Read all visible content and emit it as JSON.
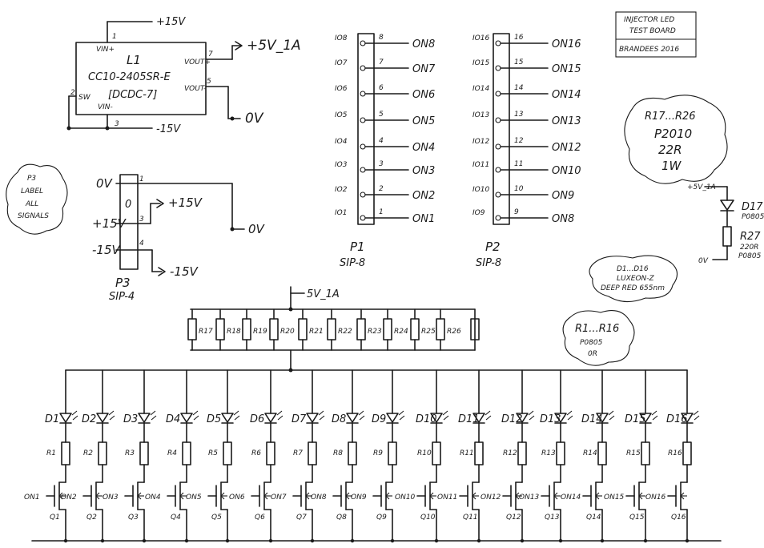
{
  "title_block": {
    "line1": "INJECTOR LED",
    "line2": "TEST BOARD",
    "line3": "BRANDEES 2016"
  },
  "dcdc": {
    "name": "L1",
    "part": "CC10-2405SR-E",
    "package": "[DCDC-7]",
    "pin_vin_plus": "VIN+",
    "pin_vin_minus": "VIN-",
    "pin_vout_plus": "VOUT+",
    "pin_vout_minus": "VOUT-",
    "pin_sw": "SW",
    "pin1": "1",
    "pin2": "2",
    "pin3": "3",
    "pin5": "5",
    "pin7": "7",
    "net_in_pos": "+15V",
    "net_in_neg": "-15V",
    "net_out_pos": "+5V_1A",
    "net_out_gnd": "0V"
  },
  "p3": {
    "name": "P3",
    "package": "SIP-4",
    "note": [
      "P3",
      "LABEL",
      "ALL",
      "SIGNALS"
    ],
    "pins": [
      "1",
      "0",
      "3",
      "4"
    ],
    "left_labels": [
      "0V",
      "+15V",
      "-15V"
    ],
    "out_pos": "+15V",
    "out_neg": "-15V",
    "out_gnd": "0V"
  },
  "p1": {
    "name": "P1",
    "package": "SIP-8",
    "left": [
      "IO8",
      "IO7",
      "IO6",
      "IO5",
      "IO4",
      "IO3",
      "IO2",
      "IO1"
    ],
    "nums": [
      "8",
      "7",
      "6",
      "5",
      "4",
      "3",
      "2",
      "1"
    ],
    "right": [
      "ON8",
      "ON7",
      "ON6",
      "ON5",
      "ON4",
      "ON3",
      "ON2",
      "ON1"
    ]
  },
  "p2": {
    "name": "P2",
    "package": "SIP-8",
    "left": [
      "IO16",
      "IO15",
      "IO14",
      "IO13",
      "IO12",
      "IO11",
      "IO10",
      "IO9"
    ],
    "nums": [
      "16",
      "15",
      "14",
      "13",
      "12",
      "11",
      "10",
      "9"
    ],
    "right": [
      "ON16",
      "ON15",
      "ON14",
      "ON13",
      "ON12",
      "ON10",
      "ON9",
      "ON8"
    ]
  },
  "notes": {
    "r17": [
      "R17...R26",
      "P2010",
      "22R",
      "1W"
    ],
    "d1": [
      "D1...D16",
      "LUXEON-Z",
      "DEEP RED 655nm"
    ],
    "r1": [
      "R1...R16",
      "P0805",
      "0R"
    ]
  },
  "indicator": {
    "supply": "+5V_1A",
    "gnd": "0V",
    "led": "D17",
    "led_pkg": "P0805",
    "res": "R27",
    "res_val": "220R",
    "res_pkg": "P0805"
  },
  "bank": {
    "supply": "5V_1A",
    "resistors": [
      "R17",
      "R18",
      "R19",
      "R20",
      "R21",
      "R22",
      "R23",
      "R24",
      "R25",
      "R26"
    ]
  },
  "channels": {
    "leds": [
      "D1",
      "D2",
      "D3",
      "D4",
      "D5",
      "D6",
      "D7",
      "D8",
      "D9",
      "D10",
      "D11",
      "D12",
      "D13",
      "D14",
      "D15",
      "D16"
    ],
    "resistors": [
      "R1",
      "R2",
      "R3",
      "R4",
      "R5",
      "R6",
      "R7",
      "R8",
      "R9",
      "R10",
      "R11",
      "R12",
      "R13",
      "R14",
      "R15",
      "R16"
    ],
    "gates": [
      "ON1",
      "ON2",
      "ON3",
      "ON4",
      "ON5",
      "ON6",
      "ON7",
      "ON8",
      "ON9",
      "ON10",
      "ON11",
      "ON12",
      "ON13",
      "ON14",
      "ON15",
      "ON16"
    ],
    "fets": [
      "Q1",
      "Q2",
      "Q3",
      "Q4",
      "Q5",
      "Q6",
      "Q7",
      "Q8",
      "Q9",
      "Q10",
      "Q11",
      "Q12",
      "Q13",
      "Q14",
      "Q15",
      "Q16"
    ]
  }
}
